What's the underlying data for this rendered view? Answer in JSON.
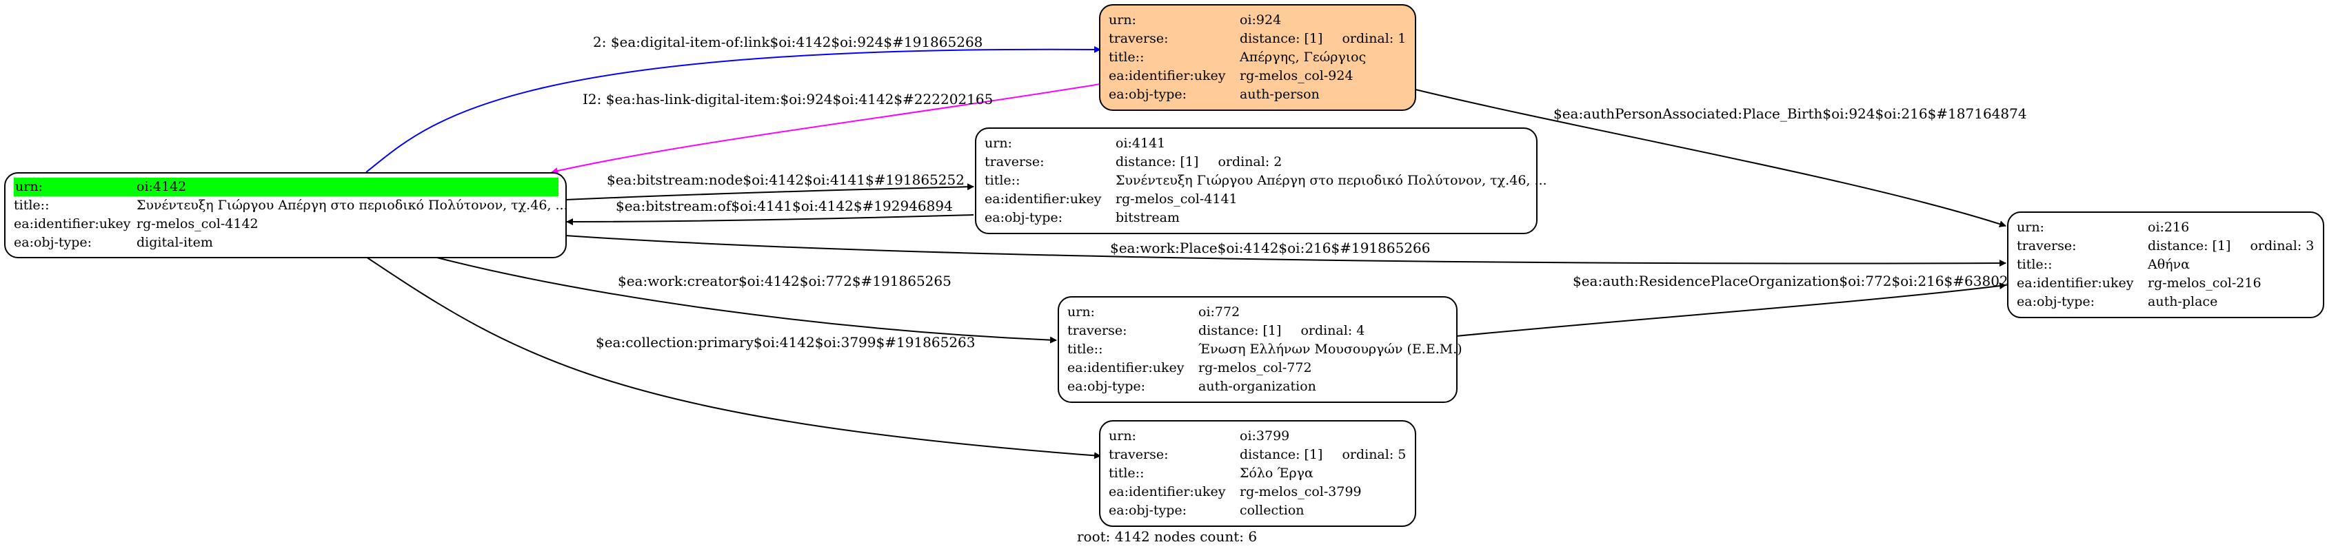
{
  "nodes": {
    "n4142": {
      "urn_key": "urn:",
      "urn": "oi:4142",
      "title_key": "title::",
      "title": "Συνέντευξη Γιώργου Απέργη στο περιοδικό Πολύτονον, τχ.46, ...",
      "ukey_key": "ea:identifier:ukey",
      "ukey": "rg-melos_col-4142",
      "type_key": "ea:obj-type:",
      "type": "digital-item"
    },
    "n924": {
      "urn_key": "urn:",
      "urn": "oi:924",
      "traverse_key": "traverse:",
      "distance": "distance: [1]",
      "ordinal": "ordinal: 1",
      "title_key": "title::",
      "title": "Απέργης, Γεώργιος",
      "ukey_key": "ea:identifier:ukey",
      "ukey": "rg-melos_col-924",
      "type_key": "ea:obj-type:",
      "type": "auth-person",
      "fill": "#ffcc99"
    },
    "n4141": {
      "urn_key": "urn:",
      "urn": "oi:4141",
      "traverse_key": "traverse:",
      "distance": "distance: [1]",
      "ordinal": "ordinal: 2",
      "title_key": "title::",
      "title": "Συνέντευξη Γιώργου Απέργη στο περιοδικό Πολύτονον, τχ.46, ...",
      "ukey_key": "ea:identifier:ukey",
      "ukey": "rg-melos_col-4141",
      "type_key": "ea:obj-type:",
      "type": "bitstream"
    },
    "n216": {
      "urn_key": "urn:",
      "urn": "oi:216",
      "traverse_key": "traverse:",
      "distance": "distance: [1]",
      "ordinal": "ordinal: 3",
      "title_key": "title::",
      "title": "Αθήνα",
      "ukey_key": "ea:identifier:ukey",
      "ukey": "rg-melos_col-216",
      "type_key": "ea:obj-type:",
      "type": "auth-place"
    },
    "n772": {
      "urn_key": "urn:",
      "urn": "oi:772",
      "traverse_key": "traverse:",
      "distance": "distance: [1]",
      "ordinal": "ordinal: 4",
      "title_key": "title::",
      "title": "Ένωση Ελλήνων Μουσουργών (Ε.Ε.Μ.)",
      "ukey_key": "ea:identifier:ukey",
      "ukey": "rg-melos_col-772",
      "type_key": "ea:obj-type:",
      "type": "auth-organization"
    },
    "n3799": {
      "urn_key": "urn:",
      "urn": "oi:3799",
      "traverse_key": "traverse:",
      "distance": "distance: [1]",
      "ordinal": "ordinal: 5",
      "title_key": "title::",
      "title": "Σόλο Έργα",
      "ukey_key": "ea:identifier:ukey",
      "ukey": "rg-melos_col-3799",
      "type_key": "ea:obj-type:",
      "type": "collection"
    }
  },
  "edges": [
    {
      "id": "e1",
      "label": "2: $ea:digital-item-of:link$oi:4142$oi:924$#191865268",
      "color": "#0000ff"
    },
    {
      "id": "e2",
      "label": "I2: $ea:has-link-digital-item:$oi:924$oi:4142$#222202165",
      "color": "#ff00ff"
    },
    {
      "id": "e3",
      "label": "$ea:bitstream:node$oi:4142$oi:4141$#191865252",
      "color": "#000000"
    },
    {
      "id": "e4",
      "label": "$ea:bitstream:of$oi:4141$oi:4142$#192946894",
      "color": "#000000"
    },
    {
      "id": "e5",
      "label": "$ea:work:Place$oi:4142$oi:216$#191865266",
      "color": "#000000"
    },
    {
      "id": "e6",
      "label": "$ea:work:creator$oi:4142$oi:772$#191865265",
      "color": "#000000"
    },
    {
      "id": "e7",
      "label": "$ea:collection:primary$oi:4142$oi:3799$#191865263",
      "color": "#000000"
    },
    {
      "id": "e8",
      "label": "$ea:authPersonAssociated:Place_Birth$oi:924$oi:216$#187164874",
      "color": "#000000"
    },
    {
      "id": "e9",
      "label": "$ea:auth:ResidencePlaceOrganization$oi:772$oi:216$#63802",
      "color": "#000000"
    }
  ],
  "footer": "root: 4142 nodes count: 6",
  "colors": {
    "root_highlight": "#00ff00",
    "person_fill": "#ffcc99",
    "blue_edge": "#0000ff",
    "magenta_edge": "#ff00ff"
  }
}
